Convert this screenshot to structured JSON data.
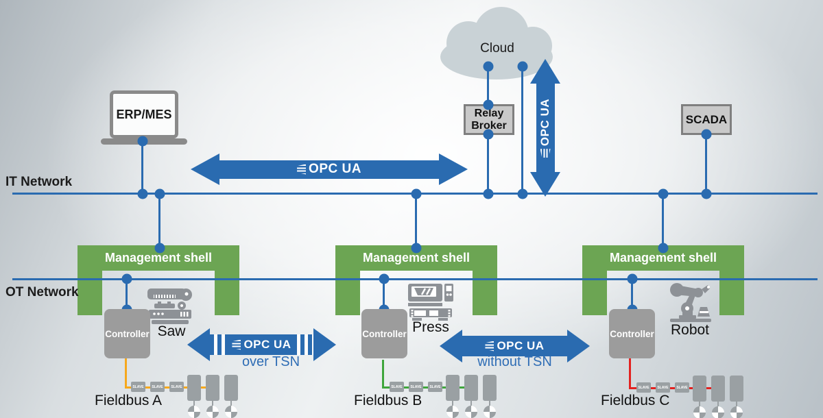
{
  "networks": {
    "it": "IT Network",
    "ot": "OT Network"
  },
  "nodes": {
    "cloud": "Cloud",
    "erp": "ERP/MES",
    "relay_line1": "Relay",
    "relay_line2": "Broker",
    "scada": "SCADA"
  },
  "opcua": {
    "logo": "OPC UA",
    "over_tsn": "over TSN",
    "without_tsn": "without TSN"
  },
  "cells": [
    {
      "shell": "Management shell",
      "controller": "Controller",
      "machine": "Saw",
      "fieldbus_label": "Fieldbus A",
      "fieldbus_color": "#F6A81C",
      "slave": "SLAVE"
    },
    {
      "shell": "Management shell",
      "controller": "Controller",
      "machine": "Press",
      "fieldbus_label": "Fieldbus B",
      "fieldbus_color": "#3FA63C",
      "slave": "SLAVE"
    },
    {
      "shell": "Management shell",
      "controller": "Controller",
      "machine": "Robot",
      "fieldbus_label": "Fieldbus C",
      "fieldbus_color": "#E3211F",
      "slave": "SLAVE"
    }
  ],
  "colors": {
    "line_blue": "#2A6BB0",
    "shell_green": "#6CA553",
    "cloud_gray": "#C9D2D6",
    "node_box_gray": "#C9C9C9",
    "controller_gray": "#9C9C9C",
    "machine_icon_gray": "#8D9196",
    "fieldbus_a": "#F6A81C",
    "fieldbus_b": "#3FA63C",
    "fieldbus_c": "#E3211F",
    "tsn_text_blue": "#2F6DB5"
  }
}
